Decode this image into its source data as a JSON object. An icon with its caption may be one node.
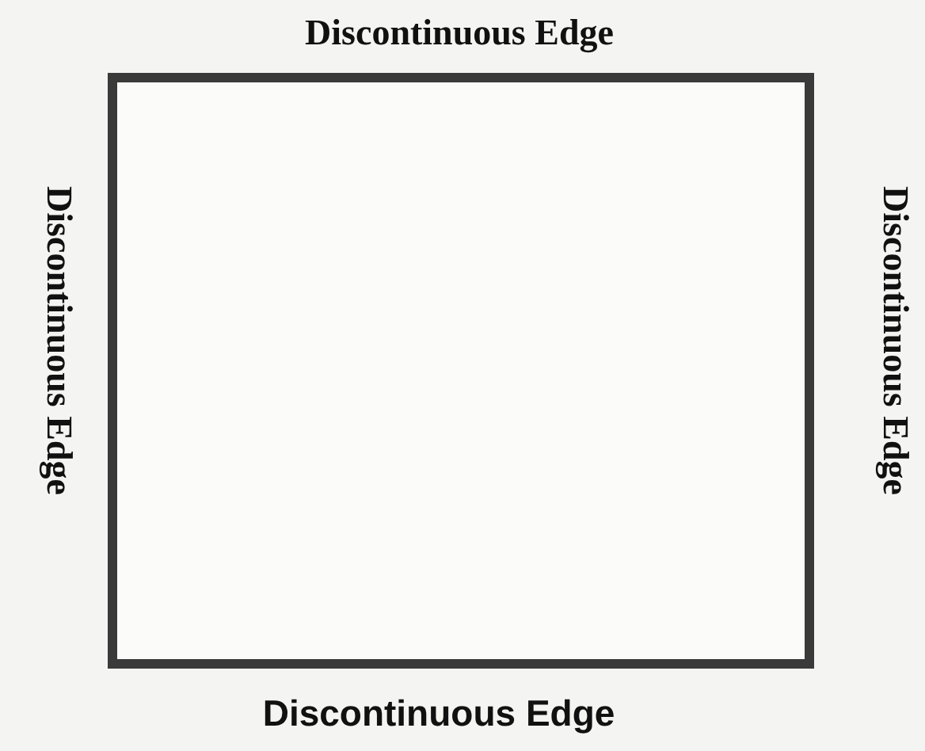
{
  "diagram": {
    "nodes": [
      {
        "text": [],
        "shape": "box",
        "beside": [
          "Discontinuous Edge",
          "Discontinuous Edge",
          "Discontinuous Edge",
          "Discontinuous Edge"
        ]
      }
    ]
  }
}
